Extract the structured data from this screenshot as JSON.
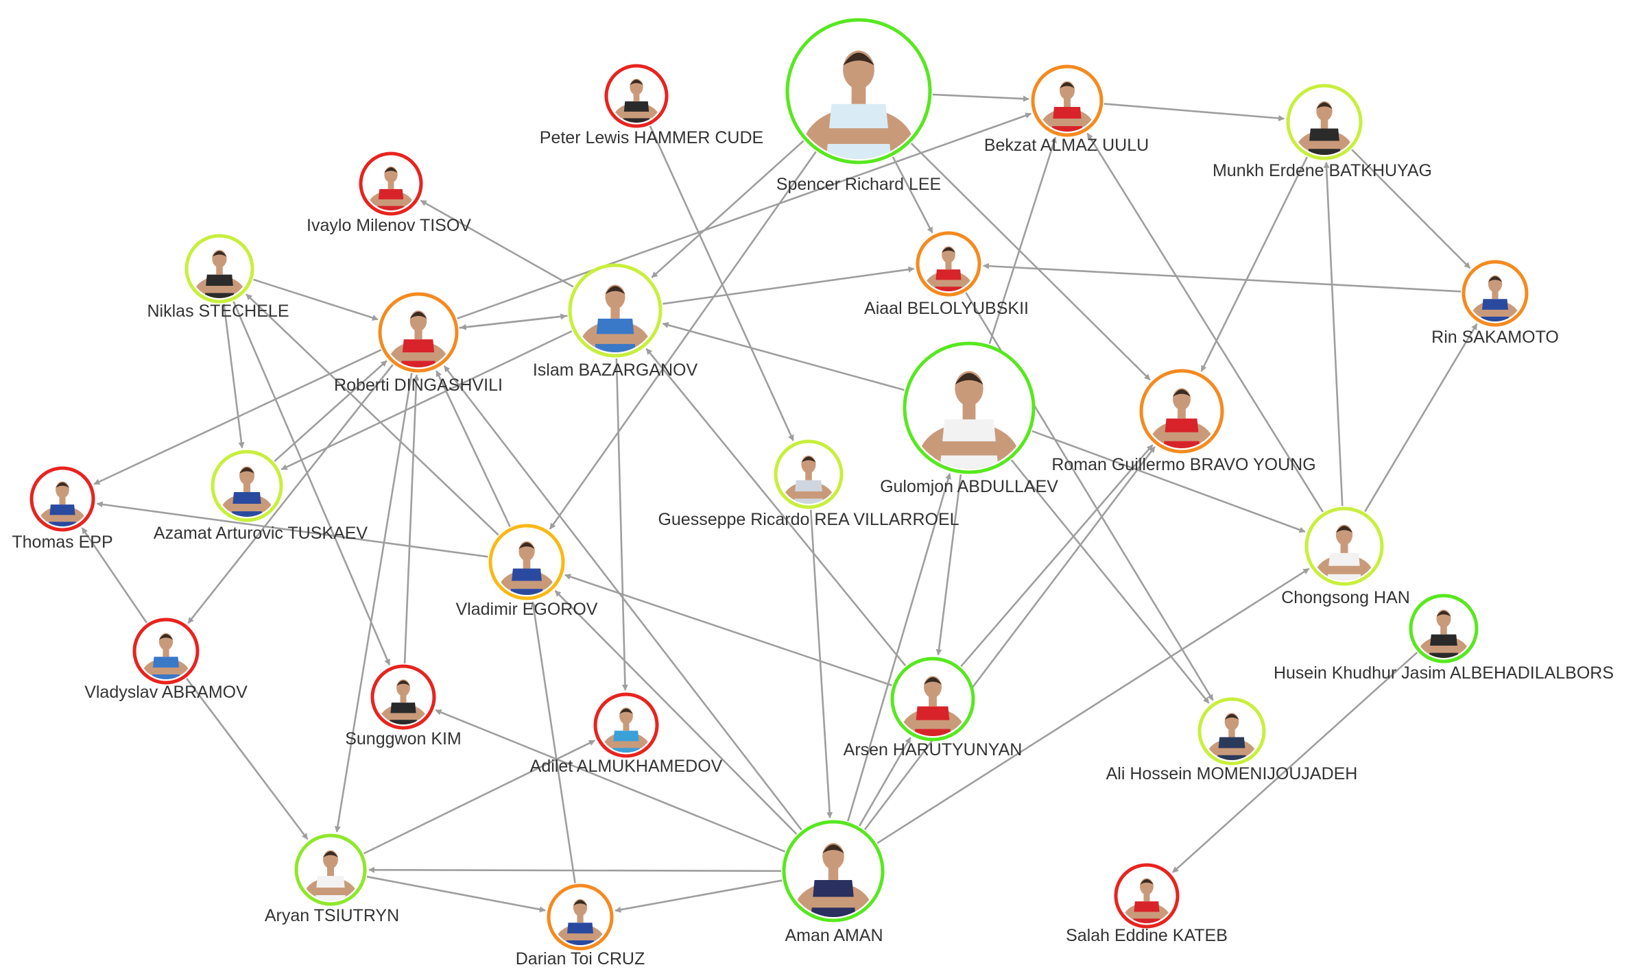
{
  "colors": {
    "edge": "#9e9e9e",
    "ring_red": "#e8231e",
    "ring_orange": "#f58a1f",
    "ring_yellow": "#f9b915",
    "ring_lime": "#c8ef3c",
    "ring_green": "#57e81e"
  },
  "nodes": [
    {
      "id": "lee",
      "label": "Spencer Richard LEE",
      "ring": "#57e81e",
      "singlet": "#d9ecf5",
      "icon": "athlete-portrait-icon"
    },
    {
      "id": "hammer",
      "label": "Peter Lewis HAMMER CUDE",
      "ring": "#e8231e",
      "singlet": "#2a2a2a",
      "icon": "athlete-portrait-icon"
    },
    {
      "id": "almaz",
      "label": "Bekzat ALMAZ UULU",
      "ring": "#f58a1f",
      "singlet": "#d8232a",
      "icon": "athlete-portrait-icon"
    },
    {
      "id": "batkhuyag",
      "label": "Munkh Erdene BATKHUYAG",
      "ring": "#c8ef3c",
      "singlet": "#2b2b2b",
      "icon": "athlete-portrait-icon"
    },
    {
      "id": "tisov",
      "label": "Ivaylo Milenov TISOV",
      "ring": "#e8231e",
      "singlet": "#d8232a",
      "icon": "athlete-portrait-icon"
    },
    {
      "id": "stechele",
      "label": "Niklas STECHELE",
      "ring": "#c8ef3c",
      "singlet": "#2b2b2b",
      "icon": "athlete-portrait-icon"
    },
    {
      "id": "dingashvili",
      "label": "Roberti DINGASHVILI",
      "ring": "#f58a1f",
      "singlet": "#d8232a",
      "icon": "athlete-portrait-icon"
    },
    {
      "id": "bazarganov",
      "label": "Islam BAZARGANOV",
      "ring": "#c8ef3c",
      "singlet": "#3a78c8",
      "icon": "athlete-portrait-icon"
    },
    {
      "id": "belolyubskii",
      "label": "Aiaal BELOLYUBSKII",
      "ring": "#f58a1f",
      "singlet": "#d8232a",
      "icon": "athlete-portrait-icon"
    },
    {
      "id": "sakamoto",
      "label": "Rin SAKAMOTO",
      "ring": "#f58a1f",
      "singlet": "#2a4aa0",
      "icon": "athlete-portrait-icon"
    },
    {
      "id": "abdullaev",
      "label": "Gulomjon ABDULLAEV",
      "ring": "#57e81e",
      "singlet": "#f2f2f2",
      "icon": "athlete-portrait-icon"
    },
    {
      "id": "bravo",
      "label": "Roman Guillermo BRAVO YOUNG",
      "ring": "#f58a1f",
      "singlet": "#d8232a",
      "icon": "athlete-portrait-icon"
    },
    {
      "id": "epp",
      "label": "Thomas EPP",
      "ring": "#e8231e",
      "singlet": "#2a4aa0",
      "icon": "athlete-portrait-icon"
    },
    {
      "id": "tuskaev",
      "label": "Azamat Arturovic TUSKAEV",
      "ring": "#c8ef3c",
      "singlet": "#2a4aa0",
      "icon": "athlete-portrait-icon"
    },
    {
      "id": "rea",
      "label": "Guesseppe Ricardo REA VILLARROEL",
      "ring": "#c8ef3c",
      "singlet": "#cfd6e0",
      "icon": "athlete-portrait-icon"
    },
    {
      "id": "egorov",
      "label": "Vladimir EGOROV",
      "ring": "#f9b915",
      "singlet": "#2a4aa0",
      "icon": "athlete-portrait-icon"
    },
    {
      "id": "han",
      "label": "Chongsong HAN",
      "ring": "#c8ef3c",
      "singlet": "#f2f2f2",
      "icon": "athlete-portrait-icon"
    },
    {
      "id": "albehadil",
      "label": "Husein Khudhur Jasim ALBEHADILALBORS",
      "ring": "#57e81e",
      "singlet": "#2a2a2a",
      "icon": "athlete-portrait-icon"
    },
    {
      "id": "abramov",
      "label": "Vladyslav ABRAMOV",
      "ring": "#e8231e",
      "singlet": "#3a78c8",
      "icon": "athlete-portrait-icon"
    },
    {
      "id": "kim",
      "label": "Sunggwon KIM",
      "ring": "#e8231e",
      "singlet": "#2a2a2a",
      "icon": "athlete-portrait-icon"
    },
    {
      "id": "almukhamedov",
      "label": "Adilet ALMUKHAMEDOV",
      "ring": "#e8231e",
      "singlet": "#3aa0d8",
      "icon": "athlete-portrait-icon"
    },
    {
      "id": "harutyunyan",
      "label": "Arsen HARUTYUNYAN",
      "ring": "#57e81e",
      "singlet": "#d8232a",
      "icon": "athlete-portrait-icon"
    },
    {
      "id": "momeni",
      "label": "Ali Hossein MOMENIJOUJADEH",
      "ring": "#c8ef3c",
      "singlet": "#2a3a5a",
      "icon": "athlete-portrait-icon"
    },
    {
      "id": "tsiutryn",
      "label": "Aryan TSIUTRYN",
      "ring": "#8ee82a",
      "singlet": "#f2f2f2",
      "icon": "athlete-portrait-icon"
    },
    {
      "id": "aman",
      "label": "Aman AMAN",
      "ring": "#57e81e",
      "singlet": "#2a3060",
      "icon": "athlete-portrait-icon"
    },
    {
      "id": "cruz",
      "label": "Darian Toi CRUZ",
      "ring": "#f58a1f",
      "singlet": "#2a4aa0",
      "icon": "athlete-portrait-icon"
    },
    {
      "id": "kateb",
      "label": "Salah Eddine KATEB",
      "ring": "#e8231e",
      "singlet": "#d8232a",
      "icon": "athlete-portrait-icon"
    }
  ],
  "edges": [
    [
      "lee",
      "almaz"
    ],
    [
      "lee",
      "bazarganov"
    ],
    [
      "lee",
      "belolyubskii"
    ],
    [
      "lee",
      "bravo"
    ],
    [
      "lee",
      "egorov"
    ],
    [
      "almaz",
      "batkhuyag"
    ],
    [
      "batkhuyag",
      "sakamoto"
    ],
    [
      "batkhuyag",
      "bravo"
    ],
    [
      "hammer",
      "rea"
    ],
    [
      "bazarganov",
      "tisov"
    ],
    [
      "bazarganov",
      "dingashvili"
    ],
    [
      "bazarganov",
      "tuskaev"
    ],
    [
      "bazarganov",
      "almukhamedov"
    ],
    [
      "bazarganov",
      "belolyubskii"
    ],
    [
      "dingashvili",
      "almaz"
    ],
    [
      "dingashvili",
      "bazarganov"
    ],
    [
      "dingashvili",
      "epp"
    ],
    [
      "dingashvili",
      "abramov"
    ],
    [
      "dingashvili",
      "tsiutryn"
    ],
    [
      "stechele",
      "dingashvili"
    ],
    [
      "stechele",
      "kim"
    ],
    [
      "stechele",
      "tuskaev"
    ],
    [
      "tuskaev",
      "dingashvili"
    ],
    [
      "sakamoto",
      "belolyubskii"
    ],
    [
      "abdullaev",
      "bazarganov"
    ],
    [
      "abdullaev",
      "almaz"
    ],
    [
      "abdullaev",
      "harutyunyan"
    ],
    [
      "abdullaev",
      "han"
    ],
    [
      "abdullaev",
      "momeni"
    ],
    [
      "belolyubskii",
      "momeni"
    ],
    [
      "han",
      "almaz"
    ],
    [
      "han",
      "batkhuyag"
    ],
    [
      "han",
      "sakamoto"
    ],
    [
      "egorov",
      "epp"
    ],
    [
      "egorov",
      "stechele"
    ],
    [
      "egorov",
      "dingashvili"
    ],
    [
      "abramov",
      "epp"
    ],
    [
      "abramov",
      "tsiutryn"
    ],
    [
      "harutyunyan",
      "bravo"
    ],
    [
      "harutyunyan",
      "bazarganov"
    ],
    [
      "harutyunyan",
      "egorov"
    ],
    [
      "aman",
      "bravo"
    ],
    [
      "aman",
      "han"
    ],
    [
      "aman",
      "abdullaev"
    ],
    [
      "aman",
      "dingashvili"
    ],
    [
      "aman",
      "egorov"
    ],
    [
      "aman",
      "kim"
    ],
    [
      "aman",
      "tsiutryn"
    ],
    [
      "aman",
      "cruz"
    ],
    [
      "aman",
      "harutyunyan"
    ],
    [
      "rea",
      "aman"
    ],
    [
      "kim",
      "dingashvili"
    ],
    [
      "tsiutryn",
      "almukhamedov"
    ],
    [
      "tsiutryn",
      "cruz"
    ],
    [
      "cruz",
      "egorov"
    ],
    [
      "albehadil",
      "kateb"
    ]
  ]
}
